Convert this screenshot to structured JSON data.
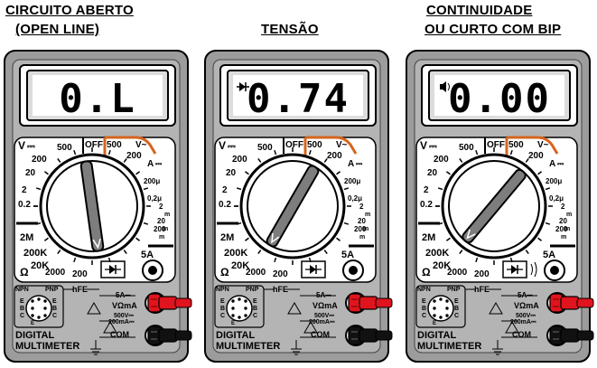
{
  "titles": [
    {
      "line1": "CIRCUITO ABERTO",
      "line2": "(OPEN LINE)"
    },
    {
      "line1": "TENSÃO",
      "line2": ""
    },
    {
      "line1": "CONTINUIDADE",
      "line2": "OU CURTO COM BIP"
    }
  ],
  "meters": [
    {
      "reading": "0.L",
      "mode": "none",
      "knob_label": "closed-up"
    },
    {
      "reading": "0.74",
      "mode": "diode",
      "knob_label": "diode"
    },
    {
      "reading": "0.00",
      "mode": "beep",
      "knob_label": "continuity"
    }
  ],
  "dial": {
    "v_dc": "V",
    "v_dc_sym": "⎓",
    "off": "OFF",
    "v_ac_500": "500",
    "v_ac_200": "200",
    "v_ac": "V~",
    "a_dc": "A",
    "a_dc_sym": "⎓",
    "left_ranges": [
      "500",
      "200",
      "20",
      "2",
      "0.2"
    ],
    "a_ranges": [
      "200μ",
      "0,2μ",
      "2\nm",
      "20\nm",
      "200\nm"
    ],
    "ohm_ranges": [
      "2M",
      "200K",
      "20K",
      "2000",
      "200"
    ],
    "ohm": "Ω",
    "amp_10": "5A"
  },
  "lower": {
    "npn": "NPN",
    "pnp": "PNP",
    "hfe": "hFE",
    "jack_5a": "5A⎓",
    "jack_vohm": "VΩmA",
    "jack_limit1": "500V⎓",
    "jack_limit2": "200mA⎓",
    "jack_com": "COM",
    "brand1": "DIGITAL",
    "brand2": "MULTIMETER",
    "e_pins": [
      "E",
      "B",
      "C",
      "E"
    ]
  }
}
